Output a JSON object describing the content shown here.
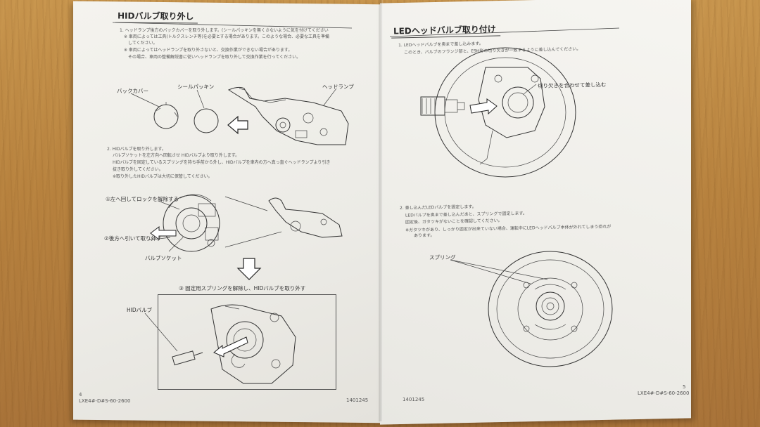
{
  "left_page": {
    "title": "HIDバルブ取り外し",
    "step1_lines": [
      "1. ヘッドランプ後方のバックカバーを取り外します。(シールパッキンを無くさないように気を付けてください",
      "※ 車両によっては工具(トルクスレンチ等)を必要とする場合があります。このような場合、必要な工具を準備",
      "してください。",
      "※ 車両によってはヘッドランプを取り外さないと、交換作業ができない場合があります。",
      "その場合、車両の整備解説書に従いヘッドランプを取り外して交換作業を行ってください。"
    ],
    "labels": {
      "back_cover": "バックカバー",
      "seal_packing": "シールパッキン",
      "headlamp": "ヘッドランプ"
    },
    "step2_lines": [
      "2. HIDバルブを取り外します。",
      "バルブソケットを左方向へ回転させ HIDバルブより取り外します。",
      "HIDバルブを固定しているスプリングを持ち手前から外し、HIDバルブを車内の方へ真っ直ぐヘッドランプより引き",
      "抜き取り外してください。",
      "※取り外したHIDバルブは大切に保管してください。"
    ],
    "callouts": {
      "c1": "①左へ回してロックを解除する",
      "c2": "②後方へ引いて取り外す",
      "socket": "バルブソケット",
      "c3": "③ 固定用スプリングを解除し、HIDバルブを取り外す",
      "hid_bulb": "HIDバルブ"
    },
    "page_number": "4",
    "doc_code": "LXE4#-D#S-60-2600",
    "print_code": "1401245"
  },
  "right_page": {
    "title": "LEDヘッドバルブ取り付け",
    "step1_lines": [
      "1. LEDヘッドバルブを奥まで差し込みます。",
      "このとき、バルブのフランジ部と、E9H形の切り欠きが一致するように差し込んでください。"
    ],
    "label_align": "切り欠きを合わせて差し込む",
    "step2_lines": [
      "2. 差し込んだLEDバルブを固定します。",
      "LEDバルブを奥まで差し込んだあと、スプリングで固定します。",
      "固定後、ガタツキがないことを確認してください。",
      "※ガタツキがあり、しっかり固定が出来ていない場合、運転中にLEDヘッドバルブ本体が外れてしまう恐れが",
      "あります。"
    ],
    "spring_label": "スプリング",
    "page_number": "5",
    "doc_code": "LXE4#-D#S-60-2600",
    "print_code": "1401245"
  },
  "icons": [
    "arrow-left-icon",
    "arrow-down-icon"
  ]
}
